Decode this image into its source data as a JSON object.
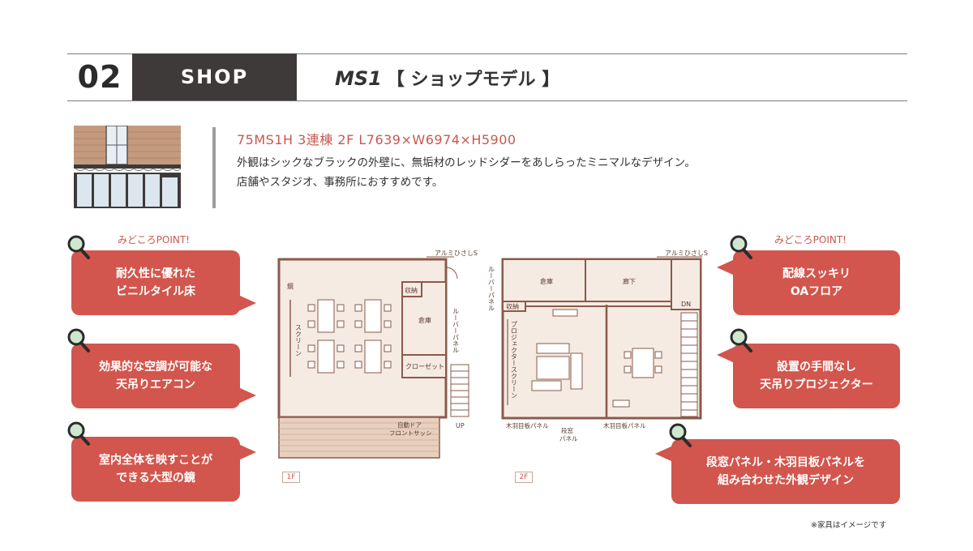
{
  "header": {
    "number": "02",
    "category": "SHOP",
    "model_code": "MS1",
    "model_name": "【 ショップモデル 】"
  },
  "spec": "75MS1H 3連棟 2F  L7639×W6974×H5900",
  "description": [
    "外観はシックなブラックの外壁に、無垢材のレッドシダーをあしらったミニマルなデザイン。",
    "店舗やスタジオ、事務所におすすめです。"
  ],
  "left_points": {
    "label": "みどころPOINT!",
    "items": [
      {
        "line1": "耐久性に優れた",
        "line2": "ビニルタイル床"
      },
      {
        "line1": "効果的な空調が可能な",
        "line2": "天吊りエアコン"
      },
      {
        "line1": "室内全体を映すことが",
        "line2": "できる大型の鏡"
      }
    ]
  },
  "right_points": {
    "label": "みどころPOINT!",
    "items": [
      {
        "line1": "配線スッキリ",
        "line2": "OAフロア"
      },
      {
        "line1": "設置の手間なし",
        "line2": "天吊りプロジェクター"
      },
      {
        "line1": "段窓パネル・木羽目板パネルを",
        "line2": "組み合わせた外観デザイン"
      }
    ]
  },
  "plan_1f": {
    "floor": "1F",
    "awning": "アルミひさしS",
    "mirror": "鏡",
    "screen": "スクリーン",
    "storage_small": "収納",
    "warehouse": "倉庫",
    "louver": "ルーバーパネル",
    "closet": "クローゼット",
    "door_line1": "自動ドア",
    "door_line2": "フロントサッシ",
    "stairs": "UP"
  },
  "plan_2f": {
    "floor": "2F",
    "awning": "アルミひさしS",
    "louver": "ルーバーパネル",
    "warehouse": "倉庫",
    "corridor": "廊下",
    "storage_small": "収納",
    "projector_screen": "プロジェクタースクリーン",
    "stairs": "DN",
    "wood_panel_left": "木羽目板パネル",
    "window_panel_line1": "段窓",
    "window_panel_line2": "パネル",
    "wood_panel_right": "木羽目板パネル"
  },
  "note": "※家具はイメージです",
  "colors": {
    "accent": "#d2564d",
    "dark": "#3e3a39",
    "floor_fill": "#f5ebe3",
    "wall": "#8b5a4a",
    "deck": "#e8d0bf"
  }
}
